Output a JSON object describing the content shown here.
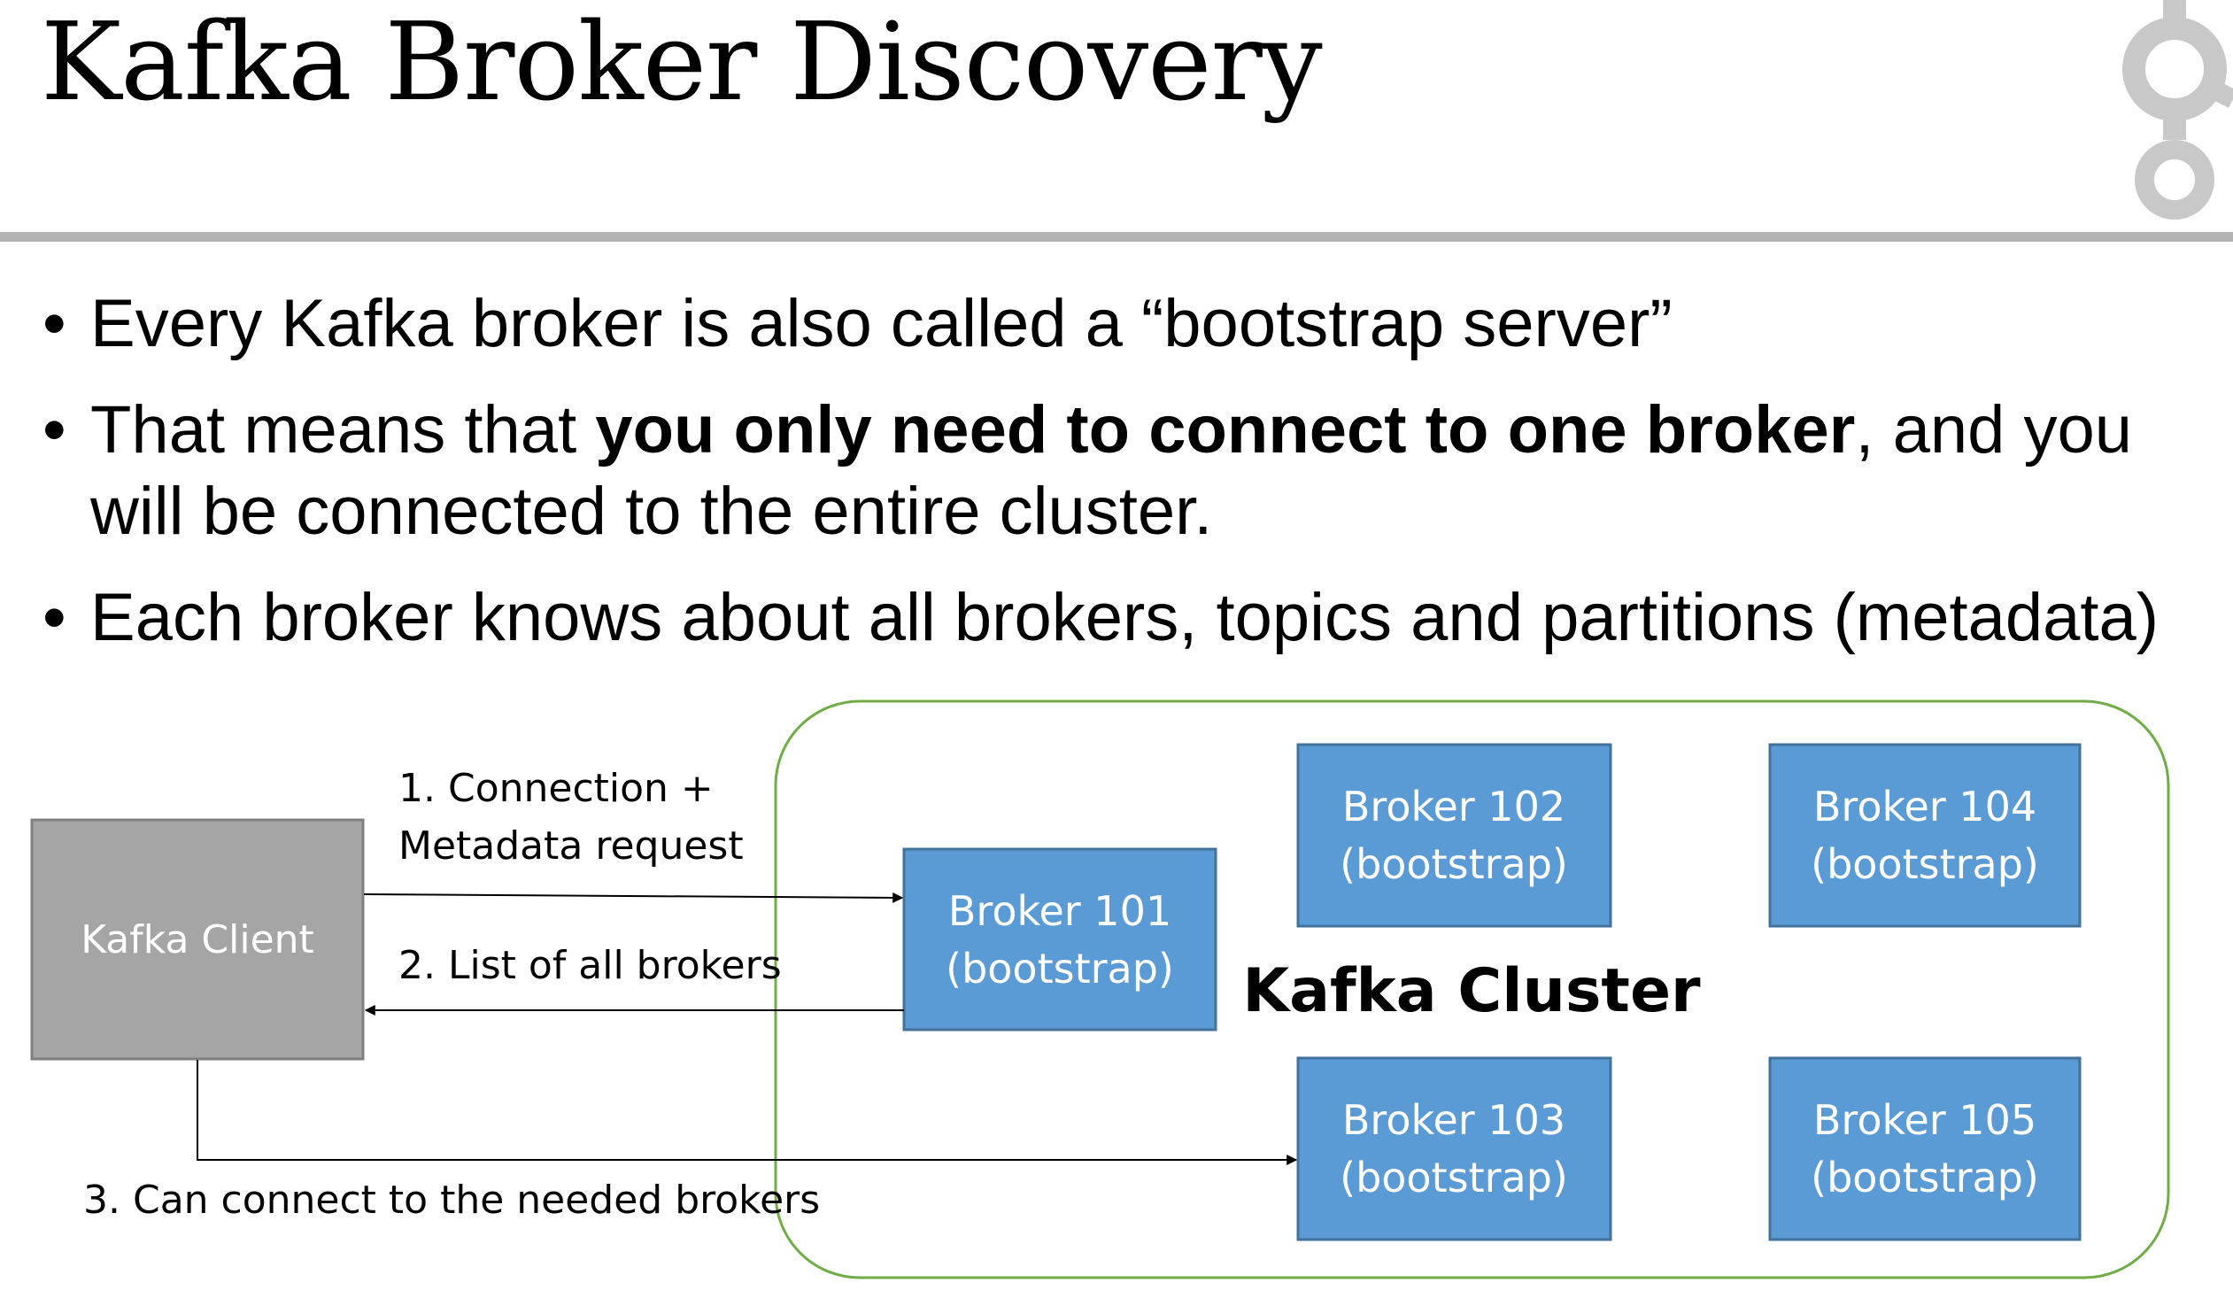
{
  "slide": {
    "title": "Kafka Broker Discovery",
    "bullets": [
      {
        "text": "Every Kafka broker is also called a “bootstrap server”"
      },
      {
        "pre": "That means that ",
        "bold": "you only need to connect to one broker",
        "post": ", and you will be connected to the entire cluster."
      },
      {
        "text": "Each broker knows about all brokers, topics and partitions (metadata)"
      }
    ],
    "bullet_char": "•"
  },
  "diagram": {
    "client_label": "Kafka Client",
    "cluster_label": "Kafka Cluster",
    "brokers": [
      {
        "name": "Broker 101",
        "role": "(bootstrap)"
      },
      {
        "name": "Broker 102",
        "role": "(bootstrap)"
      },
      {
        "name": "Broker 103",
        "role": "(bootstrap)"
      },
      {
        "name": "Broker 104",
        "role": "(bootstrap)"
      },
      {
        "name": "Broker 105",
        "role": "(bootstrap)"
      }
    ],
    "arrows": {
      "step1_line1": "1. Connection +",
      "step1_line2": "Metadata request",
      "step2": "2. List of all brokers",
      "step3": "3. Can connect to the needed brokers"
    },
    "colors": {
      "broker_fill": "#5b9bd5",
      "broker_stroke": "#41719c",
      "client_fill": "#a5a5a5",
      "client_stroke": "#7f7f7f",
      "cluster_stroke": "#70ad47",
      "logo": "#c8c8c8"
    }
  }
}
